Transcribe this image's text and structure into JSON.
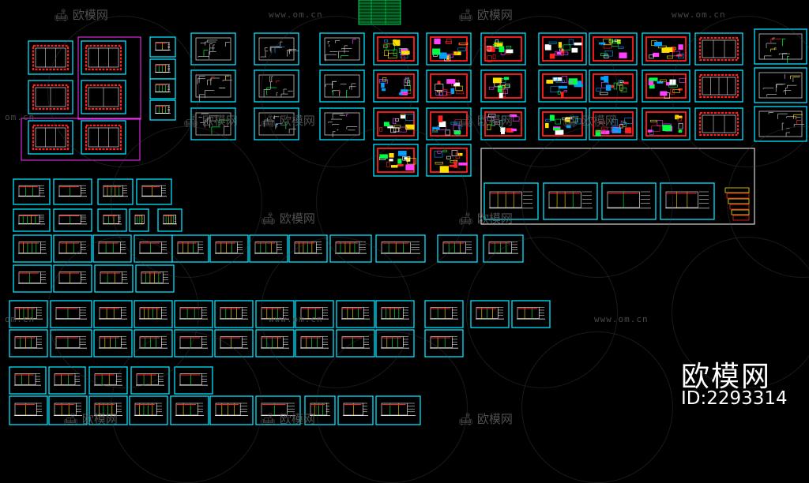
{
  "watermark": {
    "logo_text": "欧模网",
    "url_text": "www.om.cn",
    "url_short": "om.cn",
    "color": "#6a6a6a"
  },
  "brand": {
    "name": "欧模网",
    "id_label": "ID:2293314"
  },
  "palette": {
    "sheet_border": "#00e5ff",
    "group_border": "#ff33ff",
    "big_frame": "#ffffff",
    "accents": [
      "#ff2020",
      "#ffe000",
      "#00ff40",
      "#ff40ff",
      "#00a0ff",
      "#ffffff"
    ],
    "index_table": "#00ff66"
  },
  "groups": {
    "floor_plans": "floor-plan-sheets",
    "elevations": "elevation-sheets",
    "details": "detail-sheets"
  }
}
